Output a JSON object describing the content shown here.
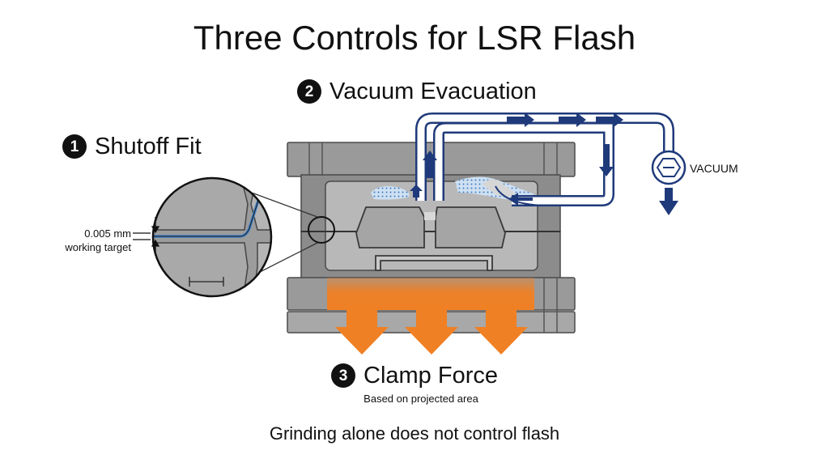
{
  "title": "Three Controls for LSR Flash",
  "controls": [
    {
      "number": "1",
      "label": "Shutoff Fit"
    },
    {
      "number": "2",
      "label": "Vacuum Evacuation"
    },
    {
      "number": "3",
      "label": "Clamp Force"
    }
  ],
  "shutoff_detail": {
    "gap_value": "0.005 mm",
    "gap_note": "working target"
  },
  "vacuum_label": "VACUUM",
  "clamp_subtitle": "Based on projected area",
  "footer": "Grinding alone does not control flash",
  "colors": {
    "vacuum_line": "#1f3a7a",
    "clamp_arrow": "#f08024",
    "flash_blue": "#3f7fc4",
    "mold_steel": "#8c8c8c",
    "mold_light": "#b8b8b8"
  },
  "icons": [
    "vacuum-pump-icon",
    "down-arrow-icon",
    "flow-arrow-icon"
  ]
}
